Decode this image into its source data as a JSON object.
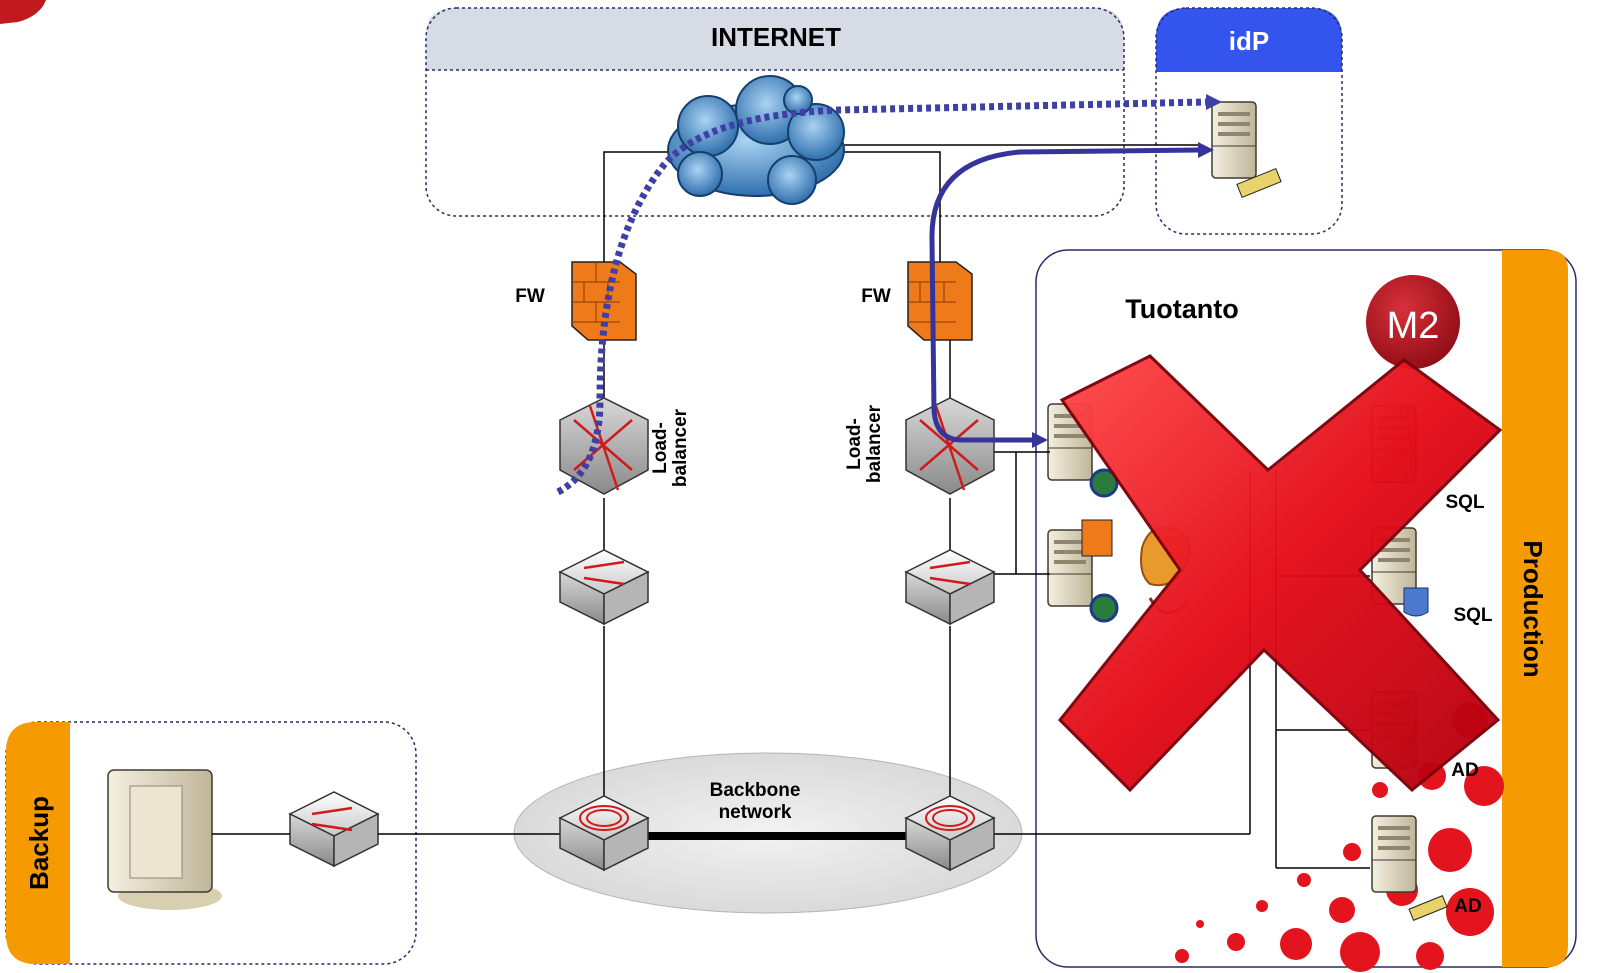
{
  "zones": {
    "internet": "INTERNET",
    "idp": "idP",
    "production_area": "Tuotanto",
    "production_tab": "Production",
    "backup_tab": "Backup",
    "backbone_line1": "Backbone",
    "backbone_line2": "network"
  },
  "labels": {
    "fw_left": "FW",
    "fw_right": "FW",
    "lb_left_line1": "Load-",
    "lb_left_line2": "balancer",
    "lb_right_line1": "Load-",
    "lb_right_line2": "balancer",
    "sql_1": "SQL",
    "sql_2": "SQL",
    "ad_1": "AD",
    "ad_2": "AD"
  },
  "logo": {
    "text": "M2"
  },
  "colors": {
    "internet_header": "#d6dbe6",
    "idp_header": "#3355ee",
    "tab_orange": "#f59a00",
    "flow_dotted": "#3f3fa5",
    "flow_solid": "#34349a",
    "cross_red": "#e0101a",
    "firewall": "#ef7a1a",
    "cloud": "#5e9fd6"
  }
}
